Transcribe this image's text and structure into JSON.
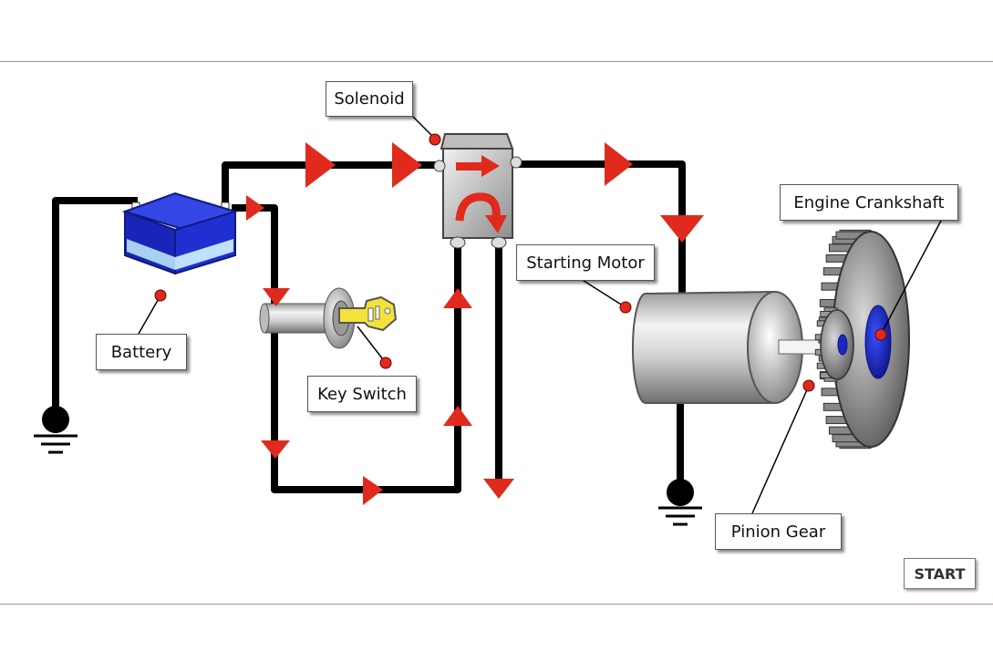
{
  "labels": {
    "solenoid": "Solenoid",
    "battery": "Battery",
    "key_switch": "Key Switch",
    "starting_motor": "Starting Motor",
    "engine_crankshaft": "Engine Crankshaft",
    "pinion_gear": "Pinion Gear"
  },
  "controls": {
    "start": "START"
  },
  "colors": {
    "wire": "#000000",
    "arrow": "#e02a1e",
    "marker": "#e02a1e",
    "battery": "#2233cc",
    "key": "#f2e23a",
    "rule": "#b48c78"
  }
}
